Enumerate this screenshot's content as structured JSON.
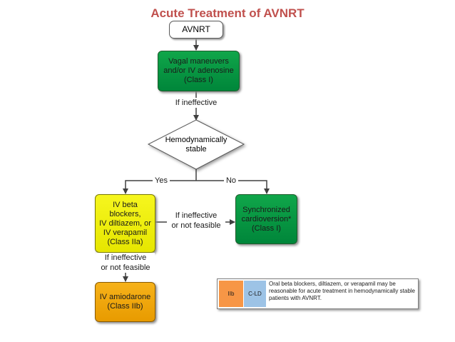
{
  "title": "Acute Treatment of AVNRT",
  "nodes": {
    "start": "AVNRT",
    "vagal": "Vagal maneuvers\nand/or IV adenosine\n(Class I)",
    "hemo": "Hemodynamically\nstable",
    "beta": "IV beta blockers,\nIV diltiazem, or\nIV verapamil\n(Class IIa)",
    "sync": "Synchronized\ncardioversion*\n(Class I)",
    "amio": "IV amiodarone\n(Class IIb)"
  },
  "edge_labels": {
    "if_ineffective": "If ineffective",
    "yes": "Yes",
    "no": "No",
    "if_ineffective_middle": "If ineffective\nor not feasible",
    "if_ineffective_left": "If ineffective\nor not feasible"
  },
  "recommendation": {
    "class_of_rec": "IIb",
    "level_of_evidence": "C-LD",
    "text": "Oral beta blockers, diltiazem, or verapamil may be reasonable for acute treatment in hemodynamically stable patients with AVNRT."
  },
  "colors": {
    "title": "#c0504d",
    "green": "#00863a",
    "yellow": "#e6e600",
    "orange": "#e89b00",
    "class_iib": "#f79646",
    "c_ld": "#9dc3e6"
  }
}
